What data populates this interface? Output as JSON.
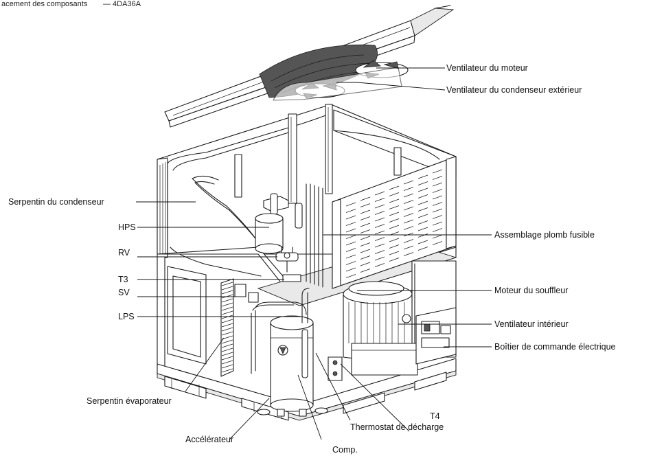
{
  "title": "acement des composants",
  "title_suffix": "— 4DA36A",
  "labels": {
    "ventilateur_moteur": "Ventilateur du moteur",
    "ventilateur_condenseur_ext": "Ventilateur du condenseur extérieur",
    "serpentin_condenseur": "Serpentin du condenseur",
    "hps": "HPS",
    "assemblage_plomb": "Assemblage plomb fusible",
    "rv": "RV",
    "t3": "T3",
    "moteur_souffleur": "Moteur du souffleur",
    "sv": "SV",
    "lps": "LPS",
    "ventilateur_interieur": "Ventilateur intérieur",
    "boitier_commande": "Boîtier de commande électrique",
    "serpentin_evaporateur": "Serpentin évaporateur",
    "t4": "T4",
    "thermostat_decharge": "Thermostat de décharge",
    "accelerateur": "Accélérateur",
    "comp": "Comp."
  }
}
